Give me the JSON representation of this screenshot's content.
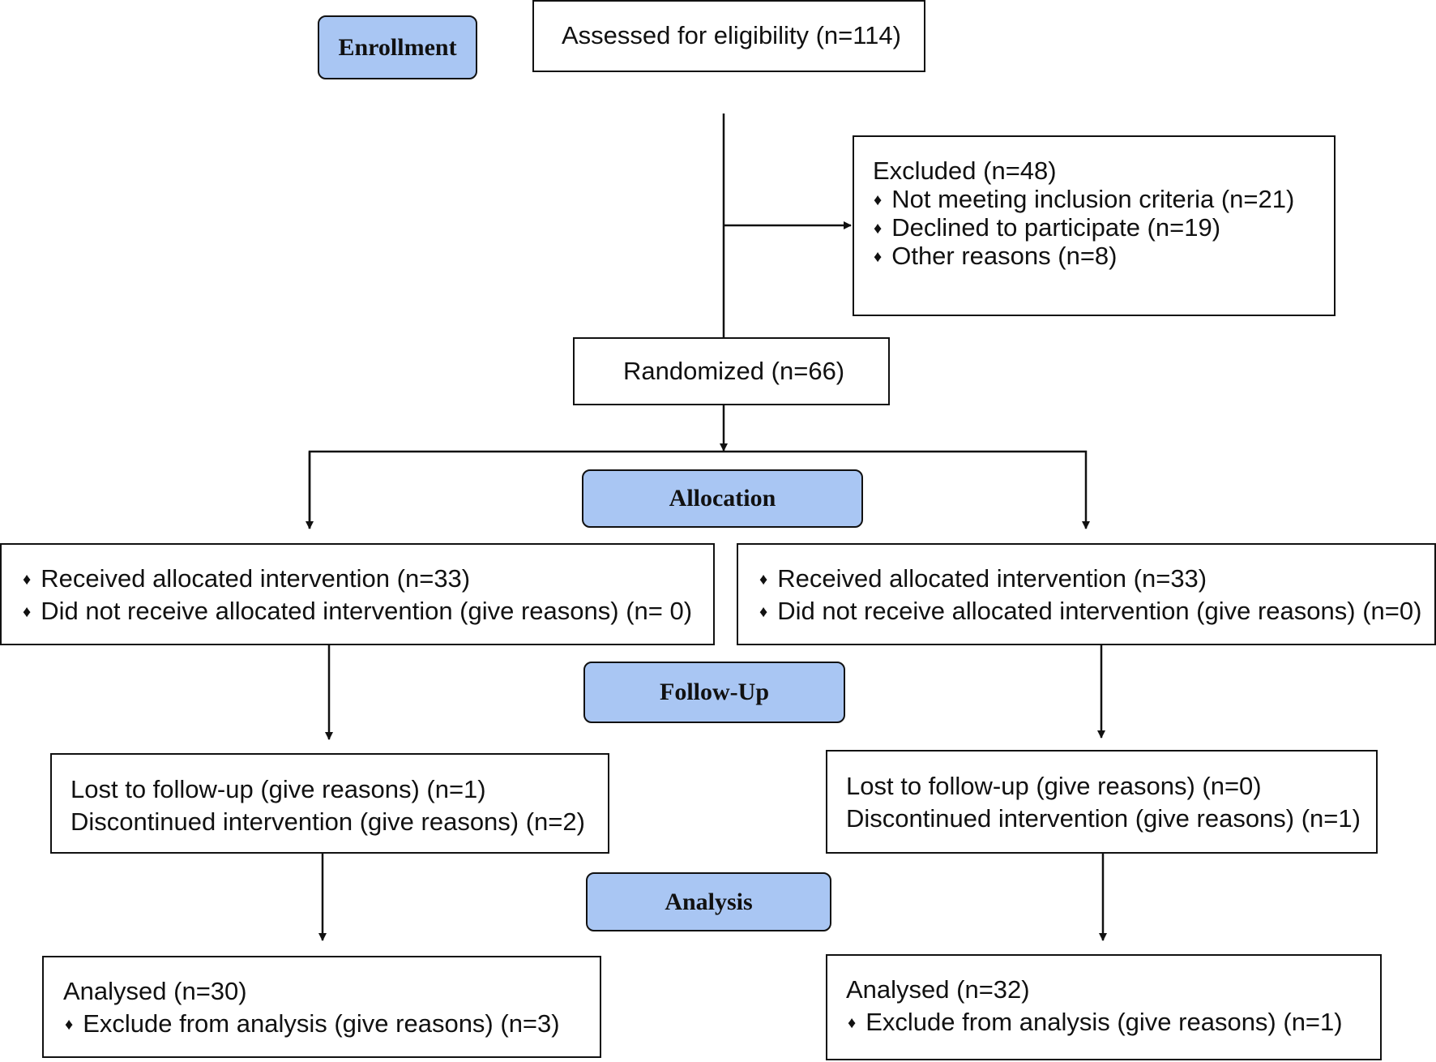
{
  "stages": {
    "enrollment": "Enrollment",
    "allocation": "Allocation",
    "follow_up": "Follow-Up",
    "analysis": "Analysis"
  },
  "assessed": "Assessed for eligibility (n=114)",
  "excluded": {
    "title": "Excluded (n=48)",
    "items": [
      "Not meeting inclusion criteria (n=21)",
      "Declined to participate (n=19)",
      "Other reasons (n=8)"
    ]
  },
  "randomized": "Randomized (n=66)",
  "allocation_left": [
    "Received allocated intervention (n=33)",
    "Did not receive allocated intervention (give reasons) (n= 0)"
  ],
  "allocation_right": [
    "Received allocated intervention (n=33)",
    "Did not receive allocated intervention (give reasons) (n=0)"
  ],
  "followup_left": [
    "Lost to follow-up (give reasons) (n=1)",
    "Discontinued intervention (give reasons) (n=2)"
  ],
  "followup_right": [
    "Lost to follow-up (give reasons) (n=0)",
    "Discontinued intervention (give reasons) (n=1)"
  ],
  "analysis_left": {
    "title": "Analysed (n=30)",
    "item": "Exclude from analysis (give reasons) (n=3)"
  },
  "analysis_right": {
    "title": "Analysed (n=32)",
    "item": "Exclude from analysis (give reasons) (n=1)"
  },
  "bullet_glyph": "♦"
}
